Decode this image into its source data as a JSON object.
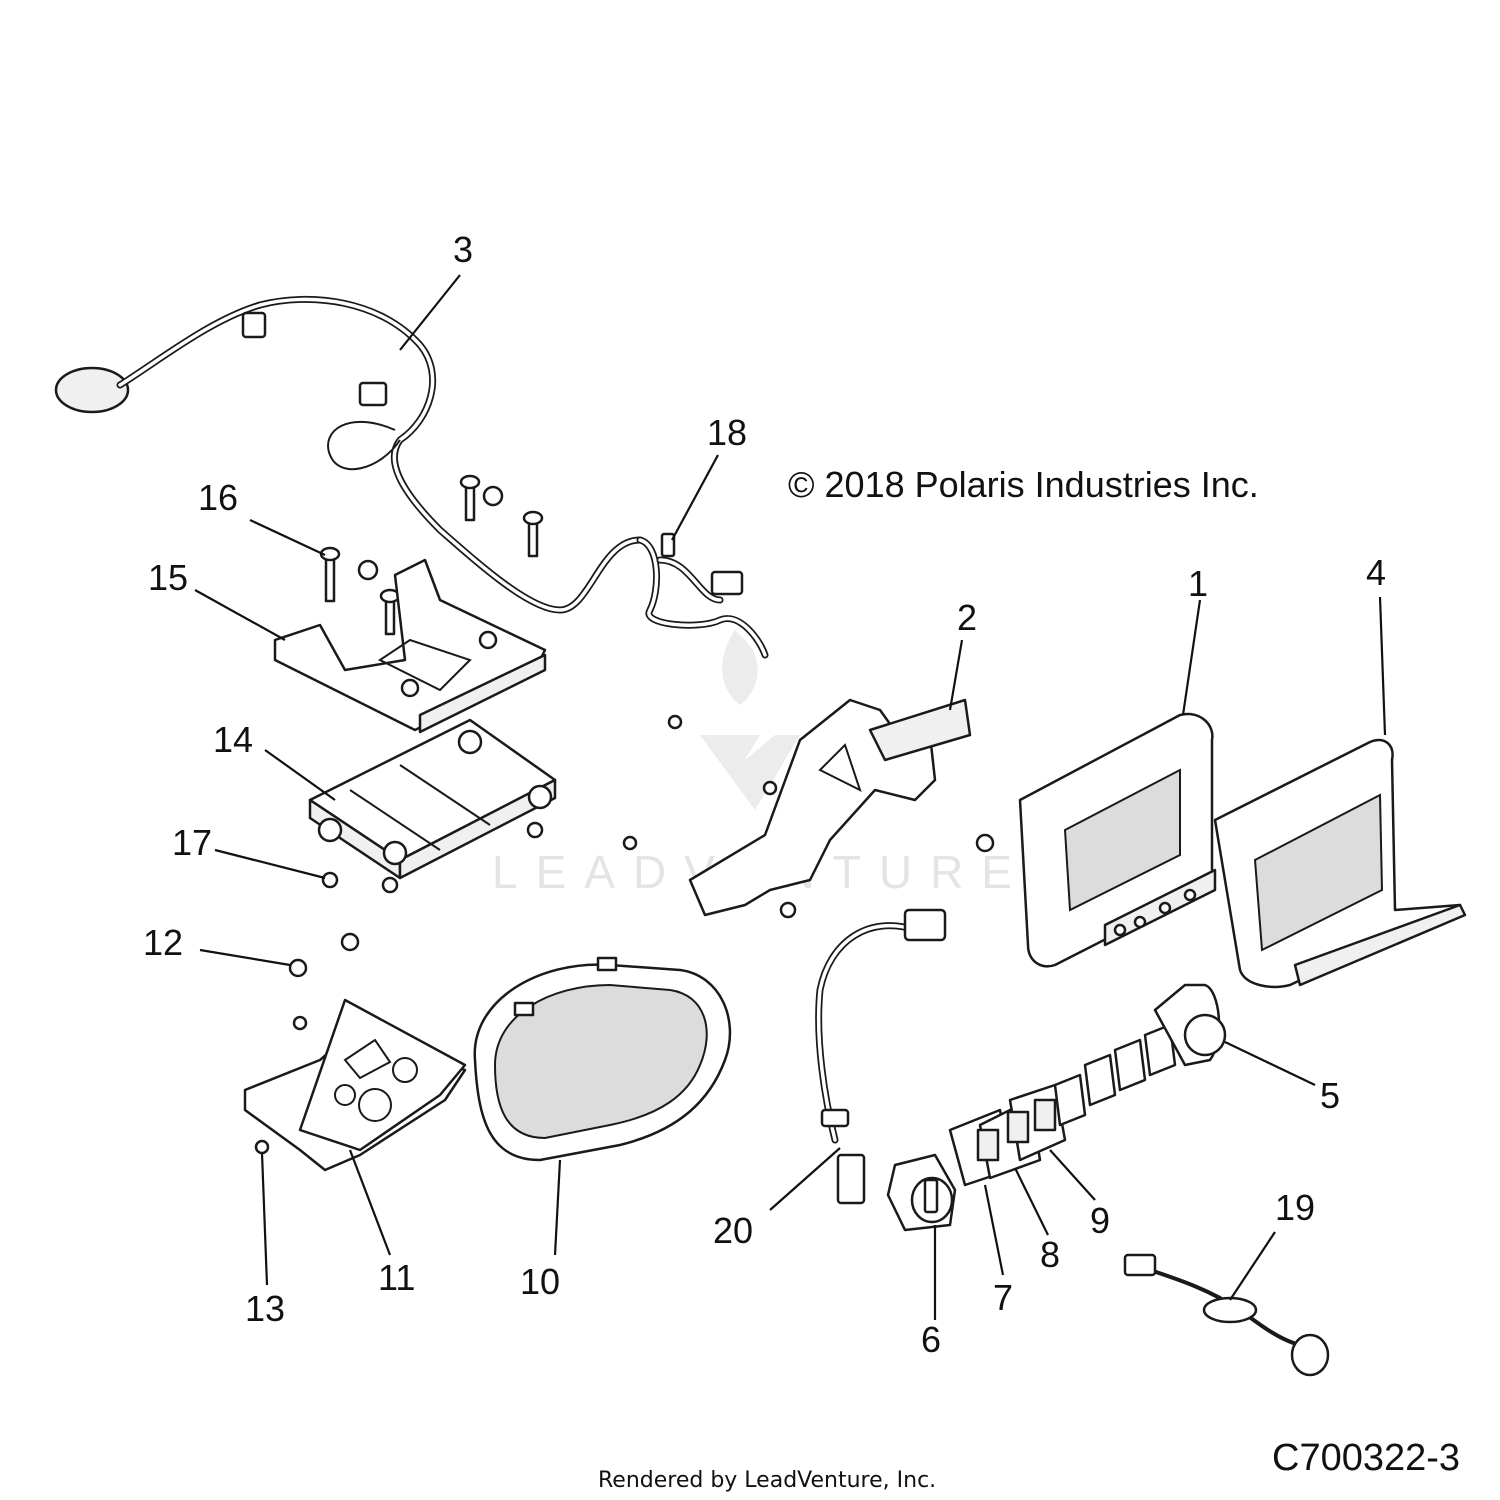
{
  "copyright": "© 2018 Polaris Industries Inc.",
  "drawing_id": "C700322-3",
  "rendered_by": "Rendered by LeadVenture, Inc.",
  "watermark": "LEADVENTURE",
  "callouts": {
    "c1": "1",
    "c2": "2",
    "c3": "3",
    "c4": "4",
    "c5": "5",
    "c6": "6",
    "c7": "7",
    "c8": "8",
    "c9": "9",
    "c10": "10",
    "c11": "11",
    "c12": "12",
    "c13": "13",
    "c14": "14",
    "c15": "15",
    "c16": "16",
    "c17": "17",
    "c18": "18",
    "c19": "19",
    "c20": "20"
  }
}
